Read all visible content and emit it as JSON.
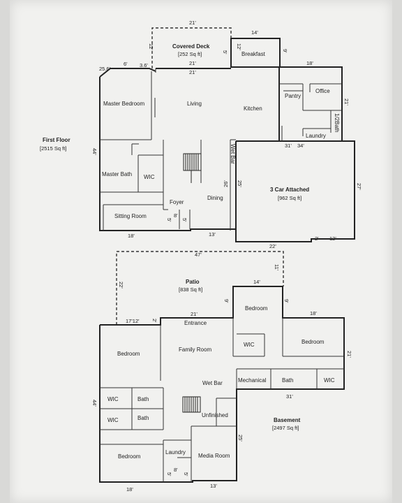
{
  "first_floor": {
    "title": "First Floor",
    "sqft": "[2515 Sq ft]",
    "rooms": {
      "covered_deck": "Covered Deck",
      "covered_deck_sqft": "[252 Sq ft]",
      "breakfast": "Breakfast",
      "master_bedroom": "Master Bedroom",
      "living": "Living",
      "kitchen": "Kitchen",
      "pantry": "Pantry",
      "office": "Office",
      "half_bath": "1/2Bath",
      "laundry": "Laundry",
      "wet_bar": "Wet Bar",
      "master_bath": "Master Bath",
      "wic": "WIC",
      "foyer": "Foyer",
      "dining": "Dining",
      "sitting_room": "Sitting Room",
      "garage": "3 Car Attached",
      "garage_sqft": "[962 Sq ft]"
    },
    "dims": {
      "d21_top": "21'",
      "d14": "14'",
      "d12_side": "12'",
      "d21_mid": "21'",
      "d21_bot": "21'",
      "d5_a": "5'",
      "d12_b": "12'",
      "d9": "9'",
      "d18": "18'",
      "d21_right": "21'",
      "d256": "25.6'",
      "d6": "6'",
      "d365": "3.6'",
      "d44": "44'",
      "d31": "31'",
      "d34": "34'",
      "d27": "27'",
      "d25": "25'",
      "d26": "26'",
      "d8": "8'",
      "d5_b": "5'",
      "d5_c": "5'",
      "d18_bot": "18'",
      "d13": "13'",
      "d22": "22'",
      "d2": "2'",
      "d12_c": "12'"
    }
  },
  "basement": {
    "title": "Basement",
    "sqft": "[2497 Sq ft]",
    "rooms": {
      "patio": "Patio",
      "patio_sqft": "[838 Sq ft]",
      "entrance": "Entrance",
      "bedroom_center": "Bedroom",
      "wic_center": "WIC",
      "bedroom_right": "Bedroom",
      "bedroom_left": "Bedroom",
      "family_room": "Family Room",
      "wet_bar": "Wet Bar",
      "mechanical": "Mechanical",
      "bath_right": "Bath",
      "wic_right": "WIC",
      "wic_left1": "WIC",
      "bath_left1": "Bath",
      "wic_left2": "WIC",
      "bath_left2": "Bath",
      "unfinished": "Unfinished",
      "bedroom_bottom": "Bedroom",
      "laundry": "Laundry",
      "media_room": "Media Room"
    },
    "dims": {
      "d47": "47'",
      "d11": "11'",
      "d22": "22'",
      "d14": "14'",
      "d9_a": "9'",
      "d9_b": "9'",
      "d18": "18'",
      "d1712": "17'12'",
      "d2": "2'",
      "d21_top": "21'",
      "d21_right": "21'",
      "d44": "44'",
      "d31": "31'",
      "d25": "25'",
      "d8": "8'",
      "d5_a": "5'",
      "d5_b": "5'",
      "d18_bot": "18'",
      "d13": "13'"
    }
  }
}
